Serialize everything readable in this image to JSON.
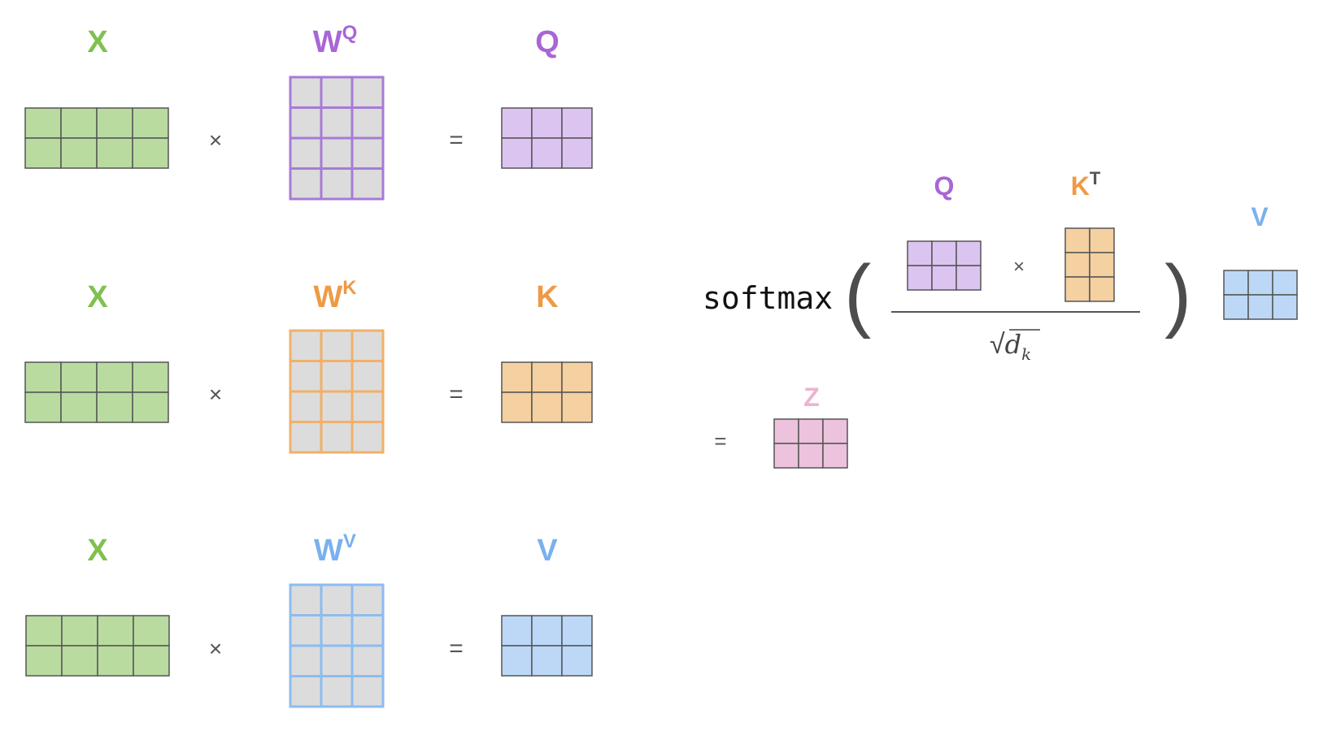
{
  "colors": {
    "x_fill": "#b9dba0",
    "x_stroke": "#555555",
    "q_fill": "#dcc4f0",
    "q_stroke": "#a77bd6",
    "q_text": "#a866d6",
    "k_fill": "#f5d0a0",
    "k_stroke": "#f0b06a",
    "k_text": "#ee9a45",
    "v_fill": "#bcd8f6",
    "v_stroke": "#8cbcf0",
    "v_text": "#7ab0ee",
    "z_fill": "#ecc2dc",
    "z_text": "#ebb4d2",
    "weight_cell": "#dcdcdc",
    "x_text": "#7fc04e",
    "operator": "#555555"
  },
  "rows": [
    {
      "input_label": "X",
      "weight_main": "W",
      "weight_sup": "Q",
      "output_label": "Q",
      "times": "×",
      "equals": "="
    },
    {
      "input_label": "X",
      "weight_main": "W",
      "weight_sup": "K",
      "output_label": "K",
      "times": "×",
      "equals": "="
    },
    {
      "input_label": "X",
      "weight_main": "W",
      "weight_sup": "V",
      "output_label": "V",
      "times": "×",
      "equals": "="
    }
  ],
  "formula": {
    "softmax": "softmax",
    "paren_open": "(",
    "paren_close": ")",
    "q_label": "Q",
    "k_main": "K",
    "k_sup": "T",
    "times": "×",
    "sqrt_symbol": "√",
    "dk_main": "d",
    "dk_sub": "k",
    "v_label": "V",
    "equals": "=",
    "z_label": "Z"
  }
}
